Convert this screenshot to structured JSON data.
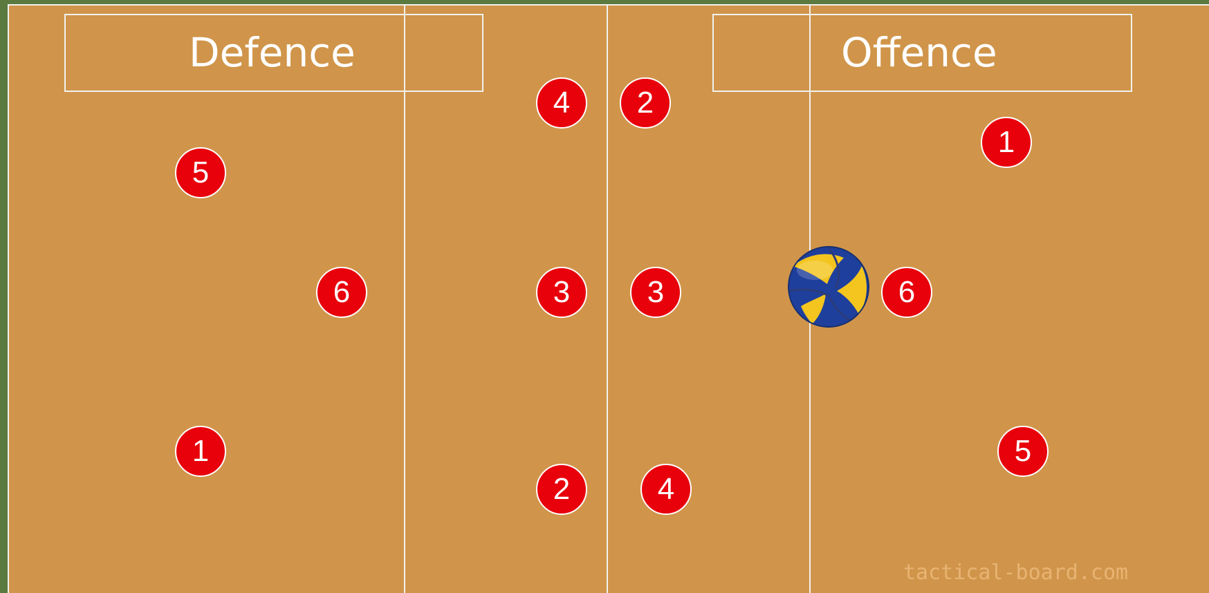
{
  "labels": {
    "defence": "Defence",
    "offence": "Offence"
  },
  "players": [
    {
      "team": "defence",
      "number": "5"
    },
    {
      "team": "defence",
      "number": "6"
    },
    {
      "team": "defence",
      "number": "1"
    },
    {
      "team": "defence",
      "number": "4"
    },
    {
      "team": "defence",
      "number": "3"
    },
    {
      "team": "defence",
      "number": "2"
    },
    {
      "team": "offence",
      "number": "2"
    },
    {
      "team": "offence",
      "number": "3"
    },
    {
      "team": "offence",
      "number": "4"
    },
    {
      "team": "offence",
      "number": "1"
    },
    {
      "team": "offence",
      "number": "6"
    },
    {
      "team": "offence",
      "number": "5"
    }
  ],
  "watermark": "tactical-board.com",
  "colors": {
    "court": "#d0954a",
    "player": "#e8000b",
    "line": "#f2f2f2",
    "border": "#5b7a3f"
  },
  "ball": {
    "icon": "volleyball-icon"
  }
}
